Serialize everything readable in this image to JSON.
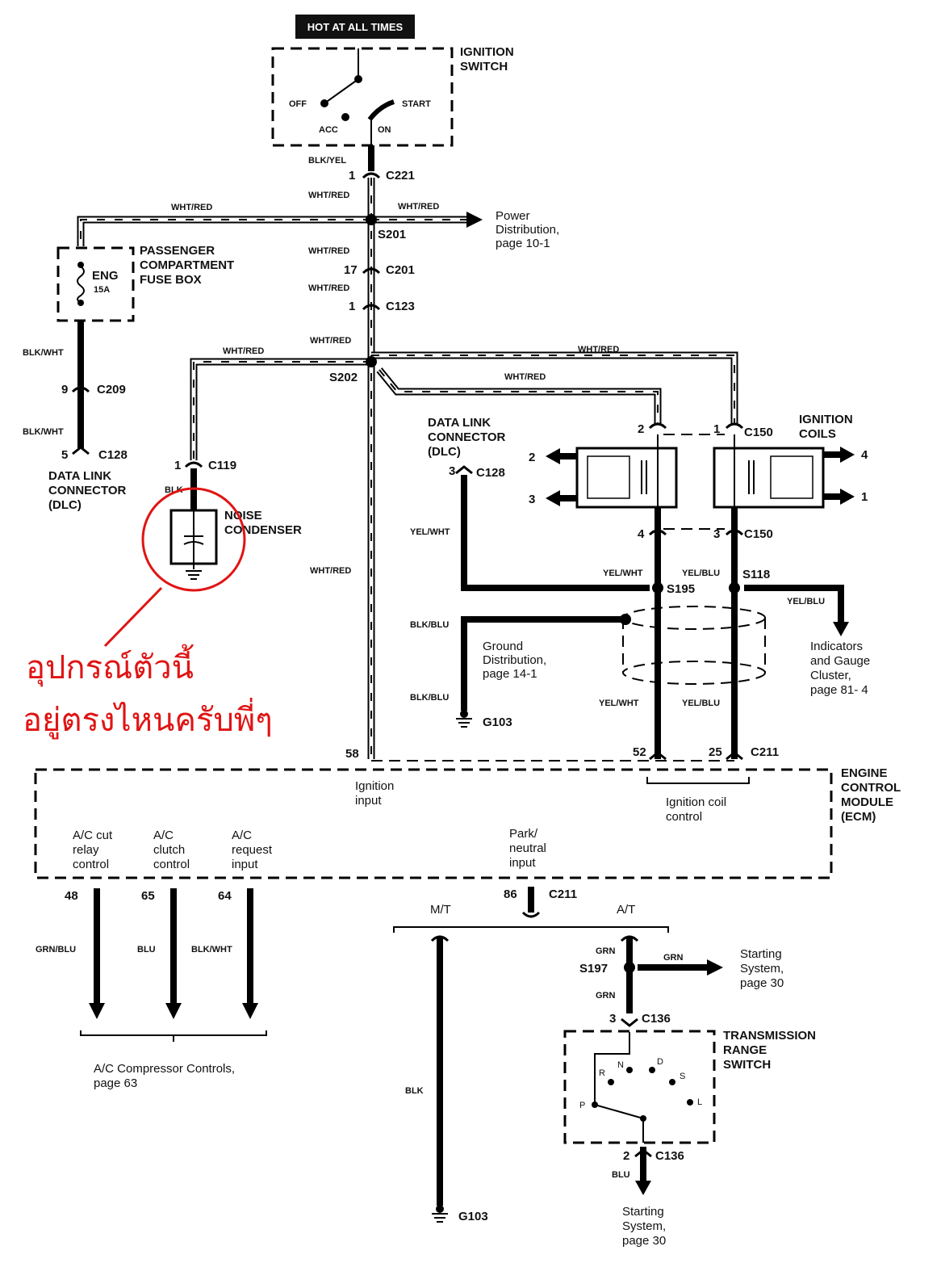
{
  "hot_label": "HOT AT ALL TIMES",
  "ignition_switch": {
    "title1": "IGNITION",
    "title2": "SWITCH",
    "off": "OFF",
    "acc": "ACC",
    "on": "ON",
    "start": "START"
  },
  "wire_colors": {
    "blk_yel": "BLK/YEL",
    "wht_red": "WHT/RED",
    "blk_wht": "BLK/WHT",
    "blk": "BLK",
    "yel_wht": "YEL/WHT",
    "yel_blu": "YEL/BLU",
    "blk_blu": "BLK/BLU",
    "grn_blu": "GRN/BLU",
    "blu": "BLU",
    "grn": "GRN"
  },
  "connectors": {
    "c221": "C221",
    "c201": "C201",
    "c123": "C123",
    "c209": "C209",
    "c128": "C128",
    "c119": "C119",
    "c150": "C150",
    "c211": "C211",
    "c136": "C136"
  },
  "splices": {
    "s201": "S201",
    "s202": "S202",
    "s195": "S195",
    "s118": "S118",
    "s197": "S197"
  },
  "grounds": {
    "g103": "G103"
  },
  "pins": {
    "p1": "1",
    "p2": "2",
    "p3": "3",
    "p4": "4",
    "p5": "5",
    "p9": "9",
    "p17": "17",
    "p25": "25",
    "p48": "48",
    "p52": "52",
    "p58": "58",
    "p64": "64",
    "p65": "65",
    "p86": "86"
  },
  "fuse_box": {
    "title1": "PASSENGER",
    "title2": "COMPARTMENT",
    "title3": "FUSE BOX",
    "fuse_name": "ENG",
    "fuse_rating": "15A"
  },
  "dlc": {
    "line1": "DATA LINK",
    "line2": "CONNECTOR",
    "line3": "(DLC)"
  },
  "noise_condenser": {
    "line1": "NOISE",
    "line2": "CONDENSER"
  },
  "ignition_coils": {
    "line1": "IGNITION",
    "line2": "COILS"
  },
  "refs": {
    "power_dist": [
      "Power",
      "Distribution,",
      "page 10-1"
    ],
    "ground_dist": [
      "Ground",
      "Distribution,",
      "page 14-1"
    ],
    "indicators": [
      "Indicators",
      "and Gauge",
      "Cluster,",
      "page 81- 4"
    ],
    "ac_comp": [
      "A/C Compressor Controls,",
      "page 63"
    ],
    "starting1": [
      "Starting",
      "System,",
      "page 30"
    ],
    "starting2": [
      "Starting",
      "System,",
      "page 30"
    ]
  },
  "ecm": {
    "title": [
      "ENGINE",
      "CONTROL",
      "MODULE",
      "(ECM)"
    ],
    "ignition_input": [
      "Ignition",
      "input"
    ],
    "ignition_coil_control": [
      "Ignition coil",
      "control"
    ],
    "ac_cut": [
      "A/C cut",
      "relay",
      "control"
    ],
    "ac_clutch": [
      "A/C",
      "clutch",
      "control"
    ],
    "ac_request": [
      "A/C",
      "request",
      "input"
    ],
    "park_neutral": [
      "Park/",
      "neutral",
      "input"
    ]
  },
  "transmission": {
    "mt": "M/T",
    "at": "A/T",
    "title": [
      "TRANSMISSION",
      "RANGE",
      "SWITCH"
    ],
    "positions": [
      "P",
      "R",
      "N",
      "D",
      "S",
      "L"
    ]
  },
  "annotation": {
    "line1": "อุปกรณ์ตัวนี้",
    "line2": "อยู่ตรงไหนครับพี่ๆ",
    "color": "#e01414"
  }
}
